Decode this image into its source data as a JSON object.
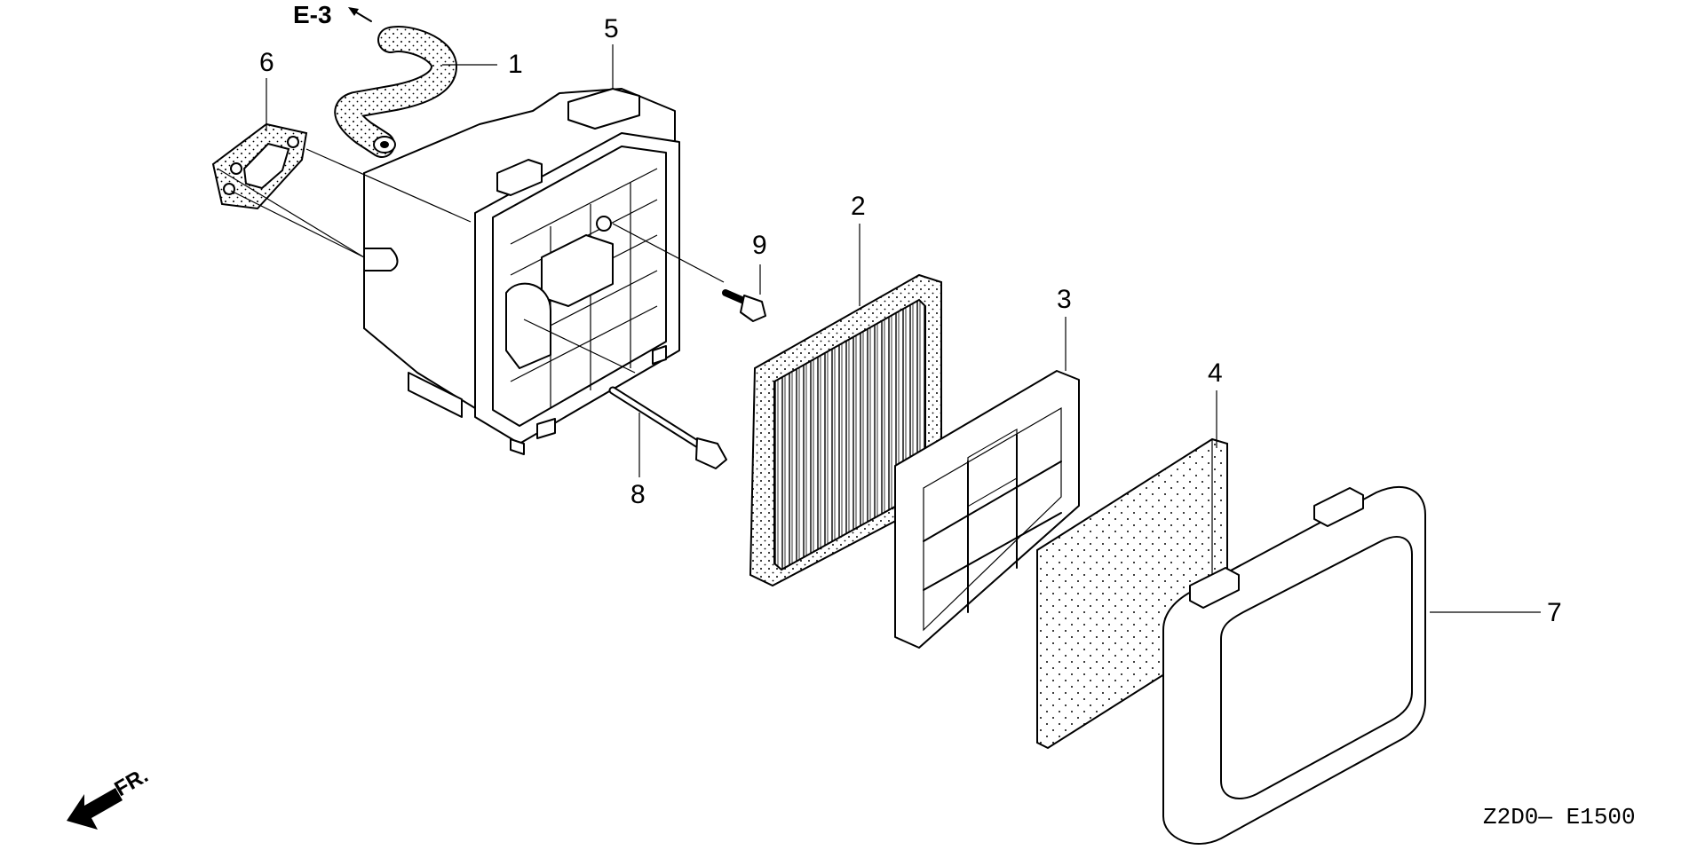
{
  "diagram": {
    "reference_label": "E-3",
    "front_label": "FR.",
    "code_label": "Z2D0— E1500",
    "callouts": [
      "1",
      "2",
      "3",
      "4",
      "5",
      "6",
      "7",
      "8",
      "9"
    ]
  }
}
